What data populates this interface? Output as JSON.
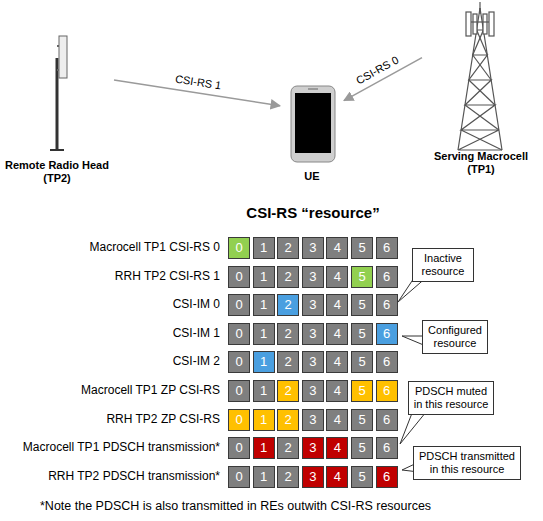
{
  "diagram": {
    "title": "CSI-RS “resource”",
    "nodes": [
      {
        "text": [
          "Remote Radio Head (TP2)"
        ]
      },
      {
        "text": [
          "UE"
        ]
      },
      {
        "text": [
          "Serving Macrocell (TP1)"
        ]
      },
      {
        "text": [
          "0"
        ]
      },
      {
        "text": [
          "1"
        ]
      },
      {
        "text": [
          "2"
        ]
      },
      {
        "text": [
          "3"
        ]
      },
      {
        "text": [
          "4"
        ]
      },
      {
        "text": [
          "5"
        ]
      },
      {
        "text": [
          "6"
        ]
      },
      {
        "text": [
          "0"
        ]
      },
      {
        "text": [
          "1"
        ]
      },
      {
        "text": [
          "2"
        ]
      },
      {
        "text": [
          "3"
        ]
      },
      {
        "text": [
          "4"
        ]
      },
      {
        "text": [
          "5"
        ]
      },
      {
        "text": [
          "6"
        ]
      },
      {
        "text": [
          "0"
        ]
      },
      {
        "text": [
          "1"
        ]
      },
      {
        "text": [
          "2"
        ]
      },
      {
        "text": [
          "3"
        ]
      },
      {
        "text": [
          "4"
        ]
      },
      {
        "text": [
          "5"
        ]
      },
      {
        "text": [
          "6"
        ]
      },
      {
        "text": [
          "0"
        ]
      },
      {
        "text": [
          "1"
        ]
      },
      {
        "text": [
          "2"
        ]
      },
      {
        "text": [
          "3"
        ]
      },
      {
        "text": [
          "4"
        ]
      },
      {
        "text": [
          "5"
        ]
      },
      {
        "text": [
          "6"
        ]
      },
      {
        "text": [
          "0"
        ]
      },
      {
        "text": [
          "1"
        ]
      },
      {
        "text": [
          "2"
        ]
      },
      {
        "text": [
          "3"
        ]
      },
      {
        "text": [
          "4"
        ]
      },
      {
        "text": [
          "5"
        ]
      },
      {
        "text": [
          "6"
        ]
      },
      {
        "text": [
          "0"
        ]
      },
      {
        "text": [
          "1"
        ]
      },
      {
        "text": [
          "2"
        ]
      },
      {
        "text": [
          "3"
        ]
      },
      {
        "text": [
          "4"
        ]
      },
      {
        "text": [
          "5"
        ]
      },
      {
        "text": [
          "6"
        ]
      },
      {
        "text": [
          "0"
        ]
      },
      {
        "text": [
          "1"
        ]
      },
      {
        "text": [
          "2"
        ]
      },
      {
        "text": [
          "3"
        ]
      },
      {
        "text": [
          "4"
        ]
      },
      {
        "text": [
          "5"
        ]
      },
      {
        "text": [
          "6"
        ]
      },
      {
        "text": [
          "0"
        ]
      },
      {
        "text": [
          "1"
        ]
      },
      {
        "text": [
          "2"
        ]
      },
      {
        "text": [
          "3"
        ]
      },
      {
        "text": [
          "4"
        ]
      },
      {
        "text": [
          "5"
        ]
      },
      {
        "text": [
          "6"
        ]
      },
      {
        "text": [
          "0"
        ]
      },
      {
        "text": [
          "1"
        ]
      },
      {
        "text": [
          "2"
        ]
      },
      {
        "text": [
          "3"
        ]
      },
      {
        "text": [
          "4"
        ]
      },
      {
        "text": [
          "5"
        ]
      },
      {
        "text": [
          "6"
        ]
      },
      {
        "text": [
          "Inactive resource"
        ]
      },
      {
        "text": [
          "Configured resource"
        ]
      },
      {
        "text": [
          "PDSCH muted in this resource"
        ]
      },
      {
        "text": [
          "PDSCH transmitted in this resource"
        ]
      }
    ],
    "edges": [
      {
        "from": 0,
        "to": 1,
        "arrow": "to",
        "label": "CSI-RS 1"
      },
      {
        "from": 2,
        "to": 1,
        "arrow": "to",
        "label": "CSI-RS 0"
      }
    ],
    "labels": [
      "Macrocell TP1 CSI-RS 0",
      "RRH TP2 CSI-RS 1",
      "CSI-IM 0",
      "CSI-IM 1",
      "CSI-IM 2",
      "Macrocell TP1 ZP CSI-RS",
      "RRH TP2 ZP CSI-RS",
      "Macrocell TP1 PDSCH transmission*",
      "RRH TP2 PDSCH transmission*",
      "*Note the PDSCH is also transmitted in REs outwith CSI-RS resources"
    ]
  }
}
